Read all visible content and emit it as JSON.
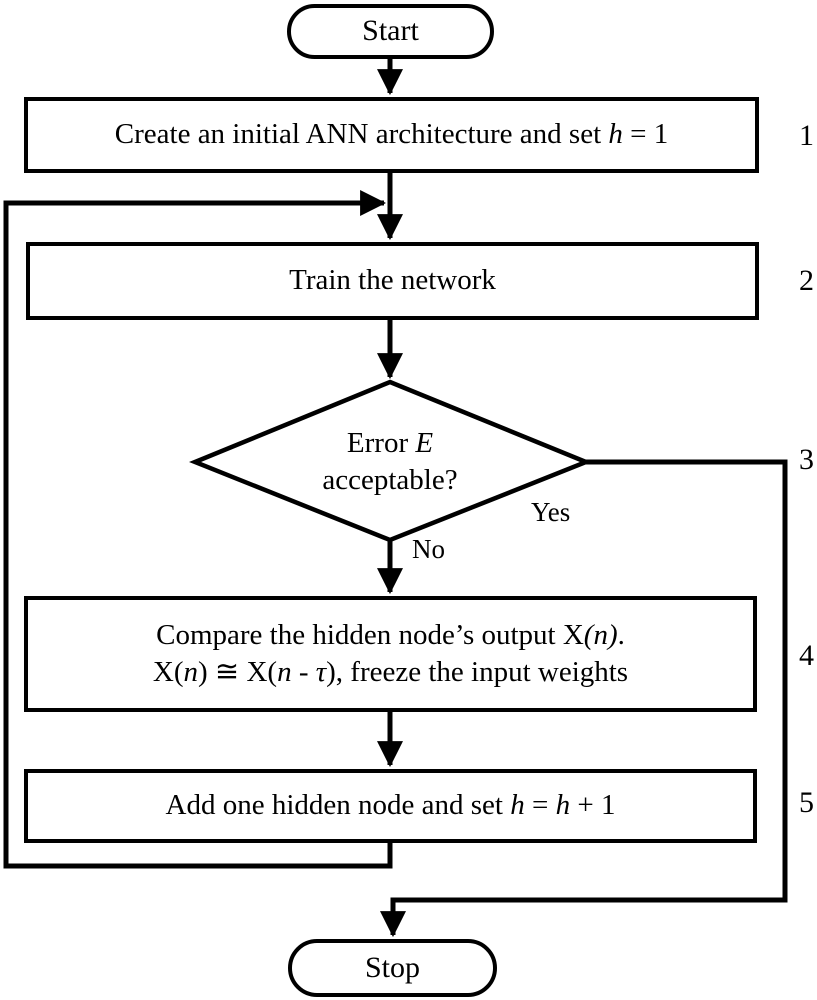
{
  "diagram": {
    "title": "ANN constructive training algorithm flowchart",
    "background_color": "#ffffff",
    "line_color": "#000000",
    "nodes": {
      "start": {
        "label": "Start",
        "shape": "terminal"
      },
      "step1": {
        "label": "Create an initial ANN architecture and set h = 1",
        "shape": "process",
        "step": "1"
      },
      "step2": {
        "label": "Train the network",
        "shape": "process",
        "step": "2"
      },
      "step3": {
        "label": "Error E\nacceptable?",
        "shape": "decision",
        "step": "3"
      },
      "step4": {
        "label": "Compare the hidden node's output X(n).\nX(n) ≅ X(n - τ), freeze the input weights",
        "shape": "process",
        "step": "4"
      },
      "step5": {
        "label": "Add one hidden node and set h = h + 1",
        "shape": "process",
        "step": "5"
      },
      "stop": {
        "label": "Stop",
        "shape": "terminal"
      }
    },
    "edge_labels": {
      "yes": "Yes",
      "no": "No"
    }
  }
}
